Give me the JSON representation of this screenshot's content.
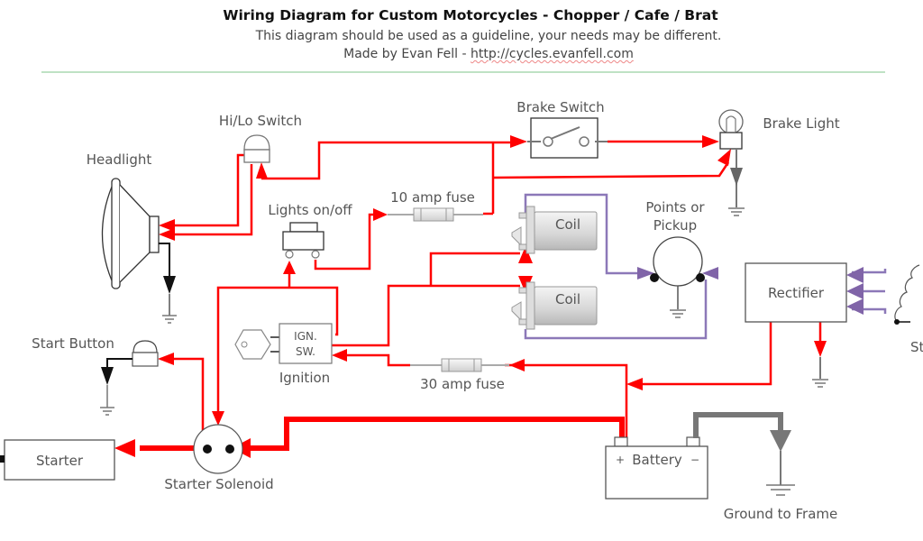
{
  "header": {
    "title": "Wiring Diagram for Custom Motorcycles - Chopper / Cafe / Brat",
    "subtitle": "This diagram should be used as a guideline, your needs may be different.",
    "credit_prefix": "Made by Evan Fell - ",
    "credit_url": "http://cycles.evanfell.com"
  },
  "colors": {
    "power_wire": "#ff0000",
    "signal_wire": "#8c78b8",
    "ground_wire": "#777777",
    "divider": "#bfe2c4"
  },
  "components": {
    "headlight": "Headlight",
    "hilo_switch": "Hi/Lo Switch",
    "brake_switch": "Brake Switch",
    "brake_light": "Brake Light",
    "lights_switch": "Lights on/off",
    "fuse_10": "10 amp fuse",
    "coil_top": "Coil",
    "coil_bottom": "Coil",
    "points_line1": "Points or",
    "points_line2": "Pickup",
    "rectifier": "Rectifier",
    "stator_partial": "St",
    "start_button": "Start Button",
    "ignition_line1": "IGN.",
    "ignition_line2": "SW.",
    "ignition": "Ignition",
    "fuse_30": "30 amp fuse",
    "starter": "Starter",
    "starter_solenoid": "Starter Solenoid",
    "battery_plus": "+",
    "battery": "Battery",
    "battery_minus": "−",
    "ground_to_frame": "Ground to Frame"
  }
}
